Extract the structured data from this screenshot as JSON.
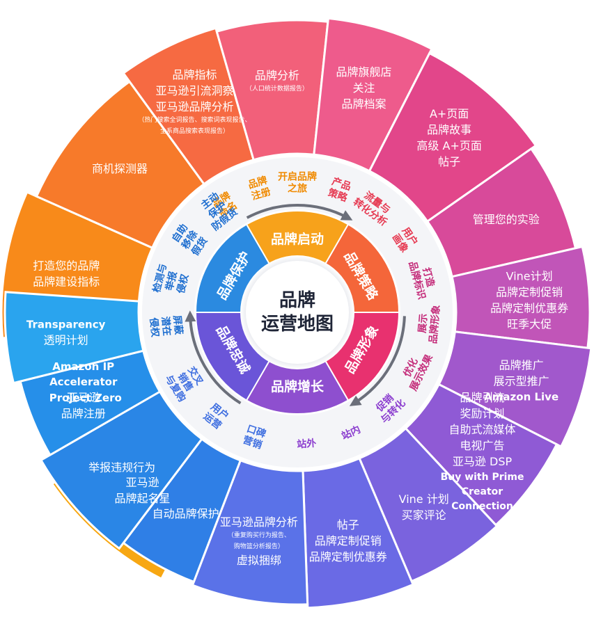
{
  "center": {
    "line1": "品牌",
    "line2": "运营地图"
  },
  "phases": [
    {
      "label": "品牌启动",
      "color": "#f7a21b"
    },
    {
      "label": "品牌策略",
      "color": "#f4663a"
    },
    {
      "label": "品牌形象",
      "color": "#e8316f"
    },
    {
      "label": "品牌增长",
      "color": "#8e4fcf"
    },
    {
      "label": "品牌忠诚",
      "color": "#6a55d8"
    },
    {
      "label": "品牌保护",
      "color": "#2b8ae0"
    }
  ],
  "middle": [
    {
      "text": "品牌\n命名",
      "color": "#f08a00"
    },
    {
      "text": "品牌\n注册",
      "color": "#f08a00"
    },
    {
      "text": "开启品牌\n之旅",
      "color": "#f08a00"
    },
    {
      "text": "产品\n策略",
      "color": "#e63a52"
    },
    {
      "text": "流量与\n转化分析",
      "color": "#e63a52"
    },
    {
      "text": "用户\n画像",
      "color": "#e63a52"
    },
    {
      "text": "打造\n品牌标识",
      "color": "#c42c7a"
    },
    {
      "text": "展示\n品牌形象",
      "color": "#c42c7a"
    },
    {
      "text": "优化\n展示效果",
      "color": "#c42c7a"
    },
    {
      "text": "促销\n与转化",
      "color": "#8c3fcf"
    },
    {
      "text": "站内",
      "color": "#8c3fcf"
    },
    {
      "text": "站外",
      "color": "#8c3fcf"
    },
    {
      "text": "口碑\n营销",
      "color": "#3f6fe0"
    },
    {
      "text": "用户\n运营",
      "color": "#3f6fe0"
    },
    {
      "text": "交叉\n销售\n与复购",
      "color": "#3f6fe0"
    },
    {
      "text": "屏蔽\n潜在\n侵权",
      "color": "#1f6fd0"
    },
    {
      "text": "检测与\n举报\n侵权",
      "color": "#1f6fd0"
    },
    {
      "text": "自助\n移除\n假货",
      "color": "#1f6fd0"
    },
    {
      "text": "主动\n保护\n防假货",
      "color": "#1f6fd0"
    }
  ],
  "outer": [
    {
      "lines": [
        "亚马逊",
        "品牌起名星"
      ],
      "color": "#f7a713"
    },
    {
      "title": "Amazon IP\nAccelerator",
      "lines": [
        "亚马逊",
        "品牌注册"
      ],
      "color": "#f79c10"
    },
    {
      "lines": [
        "打造您的品牌",
        "品牌建设指标"
      ],
      "color": "#f88a1a"
    },
    {
      "lines": [
        "商机探测器"
      ],
      "color": "#f77a2a"
    },
    {
      "lines": [
        "品牌指标",
        "亚马逊引流洞察",
        "亚马逊品牌分析"
      ],
      "small": [
        "（热门搜索全词报告、搜索词表现报告、",
        "全系商品搜索表现报告）"
      ],
      "color": "#f66a42"
    },
    {
      "lines": [
        "品牌分析"
      ],
      "small": [
        "（人口统计数据报告）"
      ],
      "color": "#f2607a"
    },
    {
      "lines": [
        "品牌旗舰店",
        "关注",
        "品牌档案"
      ],
      "color": "#ee5b8c"
    },
    {
      "lines": [
        "A+页面",
        "品牌故事",
        "高级 A+页面",
        "帖子"
      ],
      "color": "#e2468a"
    },
    {
      "lines": [
        "管理您的实验"
      ],
      "color": "#d84a9a"
    },
    {
      "lines": [
        "Vine计划",
        "品牌定制促销",
        "品牌定制优惠券",
        "旺季大促"
      ],
      "color": "#c155b8"
    },
    {
      "lines": [
        "品牌推广",
        "展示型推广"
      ],
      "title_bottom": "Amazon Live",
      "color": "#a158cc"
    },
    {
      "lines": [
        "品牌引流",
        "奖励计划",
        "自助式流媒体",
        "电视广告",
        "亚马逊 DSP"
      ],
      "bold_lines": [
        "Buy with Prime",
        "Creator",
        "Connection"
      ],
      "color": "#8f5ad5"
    },
    {
      "lines": [
        "Vine 计划",
        "买家评论"
      ],
      "color": "#7a63de"
    },
    {
      "lines": [
        "帖子",
        "品牌定制促销",
        "品牌定制优惠券"
      ],
      "color": "#6a6ae5"
    },
    {
      "lines": [
        "亚马逊品牌分析"
      ],
      "small": [
        "（重复购买行为报告、",
        "购物篮分析报告）"
      ],
      "lines_after": [
        "虚拟捆绑"
      ],
      "color": "#5a72e8"
    },
    {
      "lines": [
        "自动品牌保护"
      ],
      "color": "#2f7fe6"
    },
    {
      "lines": [
        "举报违规行为"
      ],
      "color": "#2a86e6"
    },
    {
      "title": "Project Zero",
      "color": "#268fe9"
    },
    {
      "title": "Transparency",
      "lines": [
        "透明计划"
      ],
      "color": "#2aa4ee"
    }
  ],
  "outer_geometry": [
    [
      -153,
      -125
    ],
    [
      -125,
      -95
    ],
    [
      -95,
      -66
    ],
    [
      -66,
      -36
    ],
    [
      -36,
      -16
    ],
    [
      -16,
      6
    ],
    [
      6,
      27
    ],
    [
      27,
      55
    ],
    [
      55,
      77
    ],
    [
      77,
      97
    ],
    [
      97,
      117
    ],
    [
      117,
      137
    ],
    [
      137,
      157
    ],
    [
      157,
      178
    ],
    [
      178,
      201
    ],
    [
      201,
      217
    ],
    [
      217,
      240
    ],
    [
      240,
      256
    ],
    [
      256,
      274
    ]
  ]
}
